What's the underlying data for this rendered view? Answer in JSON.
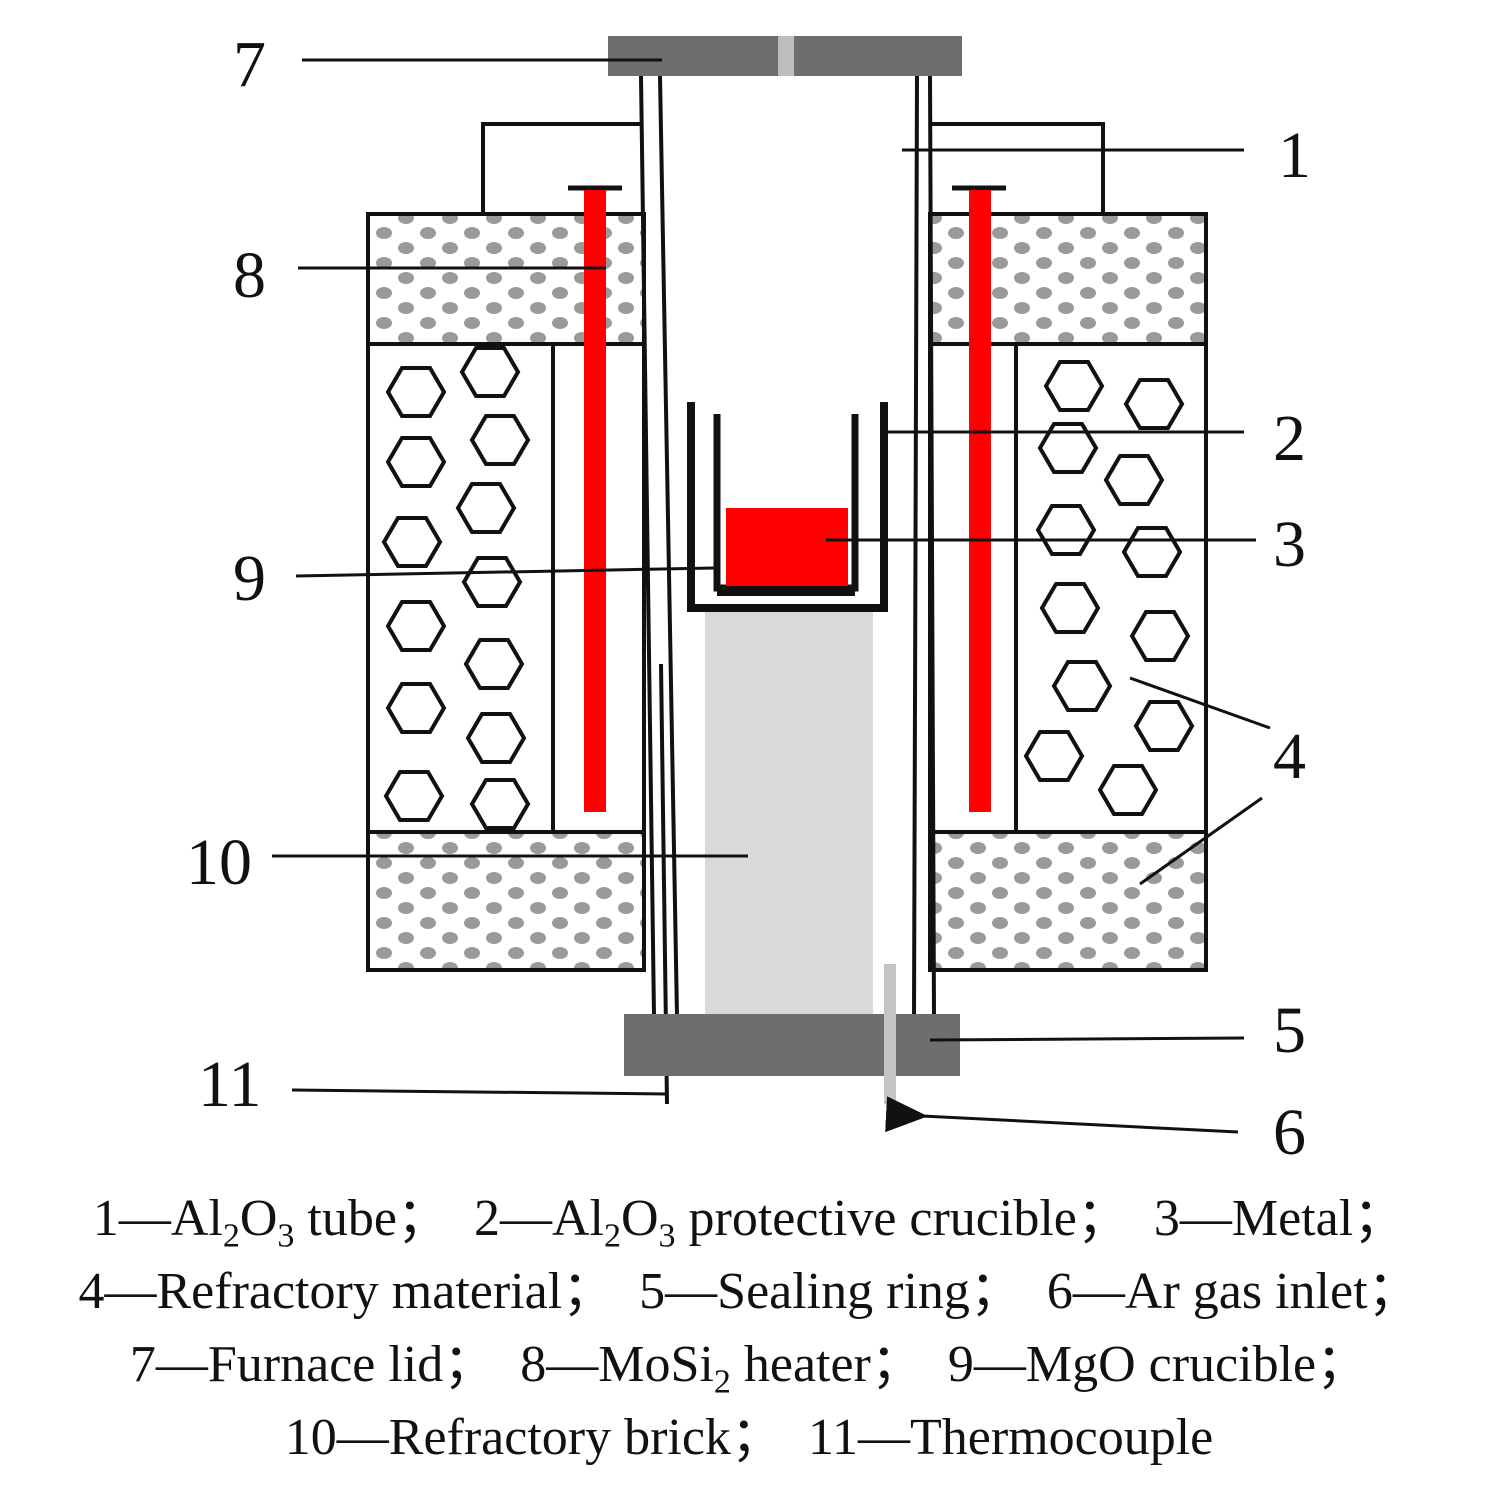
{
  "callouts": {
    "n1": "1",
    "n2": "2",
    "n3": "3",
    "n4": "4",
    "n5": "5",
    "n6": "6",
    "n7": "7",
    "n8": "8",
    "n9": "9",
    "n10": "10",
    "n11": "11"
  },
  "legend": {
    "item1": {
      "num": "1",
      "pre": "Al",
      "s1": "2",
      "mid": "O",
      "s2": "3",
      "post": " tube；"
    },
    "item2": {
      "num": "2",
      "pre": "Al",
      "s1": "2",
      "mid": "O",
      "s2": "3",
      "post": " protective crucible；"
    },
    "item3": {
      "num": "3",
      "text": "Metal；"
    },
    "item4": {
      "num": "4",
      "text": "Refractory material；"
    },
    "item5": {
      "num": "5",
      "text": "Sealing ring；"
    },
    "item6": {
      "num": "6",
      "text": "Ar gas inlet；"
    },
    "item7": {
      "num": "7",
      "text": "Furnace lid；"
    },
    "item8": {
      "num": "8",
      "pre": "MoSi",
      "s1": "2",
      "post": " heater；"
    },
    "item9": {
      "num": "9",
      "text": "MgO crucible；"
    },
    "item10": {
      "num": "10",
      "text": "Refractory brick；"
    },
    "item11": {
      "num": "11",
      "text": "Thermocouple"
    },
    "dash": "—"
  },
  "colors": {
    "heater": "#ff0000",
    "metal": "#ff0000",
    "lid_gray": "#6e6e6e",
    "brick_gray": "#d9d9d9",
    "dot_gray": "#9a9a9a",
    "line": "#111111"
  }
}
